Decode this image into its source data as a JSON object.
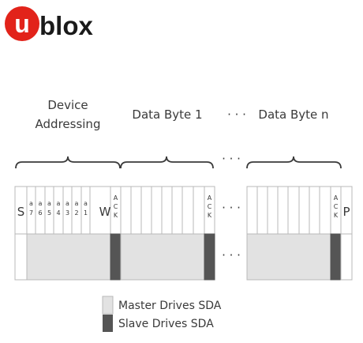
{
  "logo": {
    "text_u": "u",
    "text_rest": "blox",
    "brand_color": "#e2231a"
  },
  "headers": {
    "device_addressing_line1": "Device",
    "device_addressing_line2": "Addressing",
    "data_byte_1": "Data Byte 1",
    "ellipsis": "· · ·",
    "data_byte_n": "Data Byte n"
  },
  "bits": {
    "start": "S",
    "a7_top": "a",
    "a7_bottom": "7",
    "a6_top": "a",
    "a6_bottom": "6",
    "a5_top": "a",
    "a5_bottom": "5",
    "a4_top": "a",
    "a4_bottom": "4",
    "a3_top": "a",
    "a3_bottom": "3",
    "a2_top": "a",
    "a2_bottom": "2",
    "a1_top": "a",
    "a1_bottom": "1",
    "write": "W",
    "ack_a": "A",
    "ack_c": "C",
    "ack_k": "K",
    "stop": "P"
  },
  "legend": {
    "master": "Master Drives SDA",
    "slave": "Slave Drives SDA",
    "master_color": "#e2e2e2",
    "slave_color": "#555555"
  }
}
